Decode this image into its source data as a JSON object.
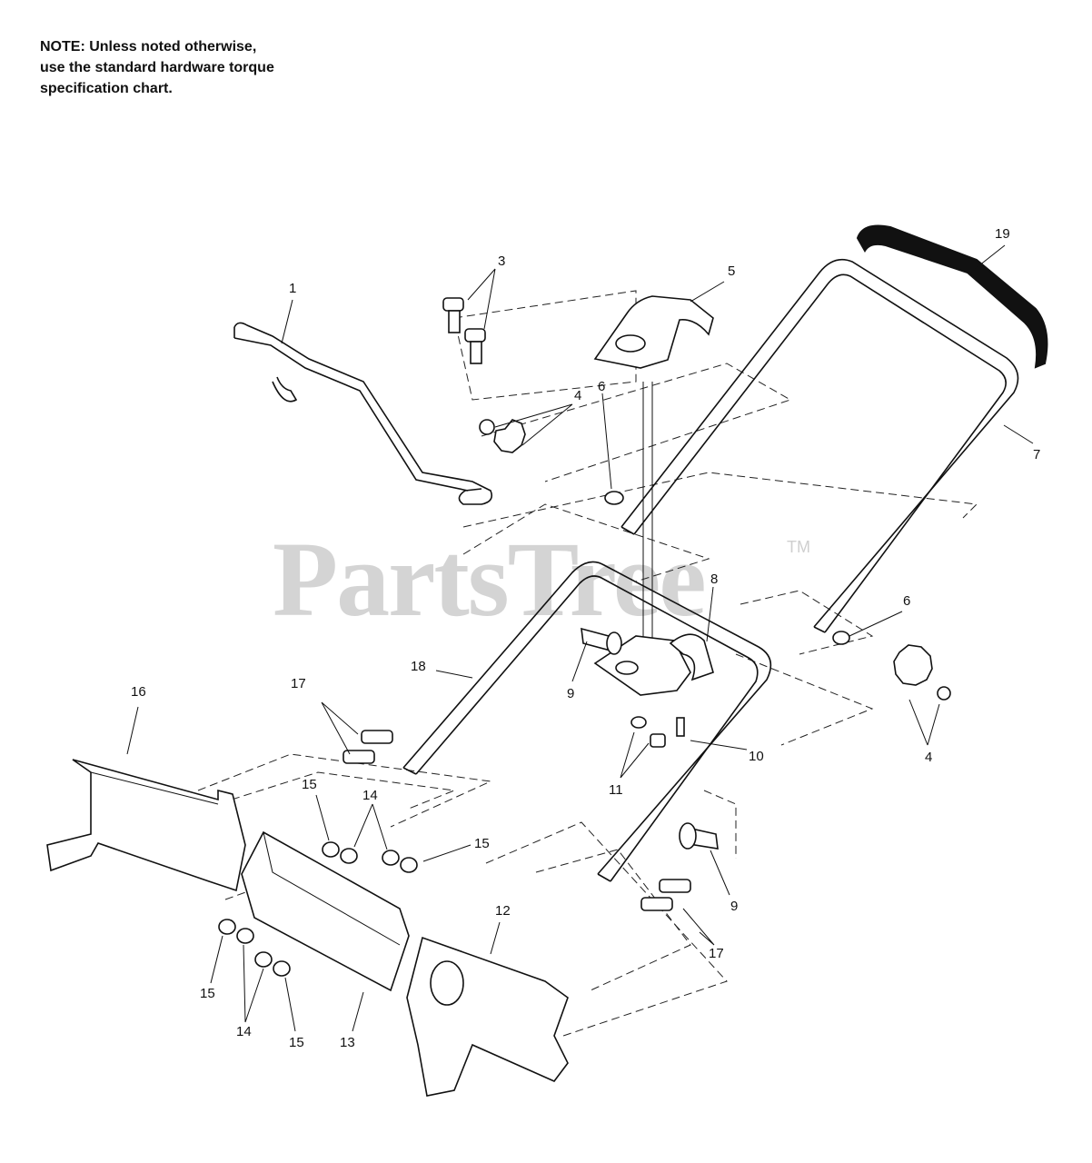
{
  "note": {
    "lines": [
      "NOTE: Unless noted otherwise,",
      "use the standard hardware torque",
      "specification chart."
    ]
  },
  "watermark": {
    "text": "PartsTree",
    "mark": "TM"
  },
  "callouts": {
    "c1": "1",
    "c3": "3",
    "c4a": "4",
    "c4b": "4",
    "c5": "5",
    "c6a": "6",
    "c6b": "6",
    "c7": "7",
    "c8": "8",
    "c9a": "9",
    "c9b": "9",
    "c10": "10",
    "c11": "11",
    "c12": "12",
    "c13": "13",
    "c14a": "14",
    "c14b": "14",
    "c15a": "15",
    "c15b": "15",
    "c15c": "15",
    "c15d": "15",
    "c16": "16",
    "c17a": "17",
    "c17b": "17",
    "c18": "18",
    "c19": "19"
  }
}
